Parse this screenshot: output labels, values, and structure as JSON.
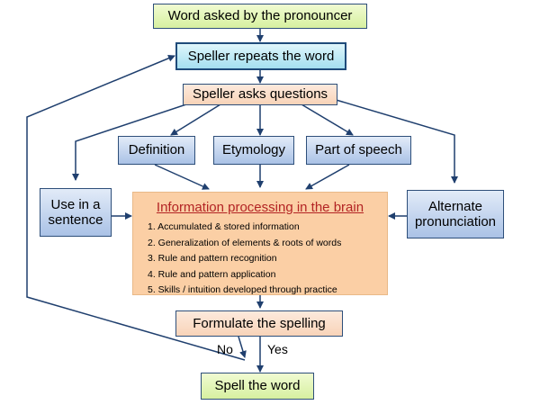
{
  "nodes": {
    "word_asked": "Word asked by the pronouncer",
    "speller_repeats": "Speller repeats the word",
    "speller_asks": "Speller asks questions",
    "definition": "Definition",
    "etymology": "Etymology",
    "part_of_speech": "Part of speech",
    "use_in_sentence": "Use in a sentence",
    "alternate_pronunciation": "Alternate pronunciation",
    "formulate": "Formulate the spelling",
    "spell_word": "Spell the word"
  },
  "center": {
    "title": "Information processing in the brain",
    "items": [
      "1.  Accumulated & stored information",
      "2.  Generalization of elements & roots of words",
      "3.  Rule and pattern recognition",
      "4.  Rule and pattern application",
      "5.  Skills / intuition developed through practice"
    ]
  },
  "edges": {
    "no_label": "No",
    "yes_label": "Yes"
  },
  "colors": {
    "arrow": "#1f3f6e",
    "center_title": "#b32424",
    "center_fill": "#fbcfa5"
  }
}
